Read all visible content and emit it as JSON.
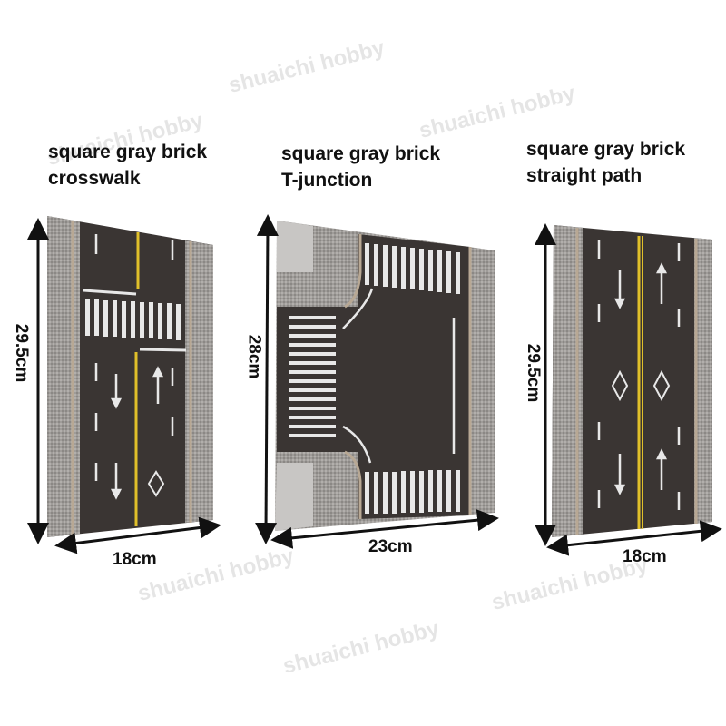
{
  "watermark": "shuaichi hobby",
  "colors": {
    "asphalt": "#3a3533",
    "sidewalk": "#9a9794",
    "curb": "#b8a894",
    "marking": "#e8e8e8",
    "centerline": "#e0c02a"
  },
  "panels": [
    {
      "title_line1": "square gray brick",
      "title_line2": "crosswalk",
      "height_label": "29.5cm",
      "width_label": "18cm"
    },
    {
      "title_line1": "square gray brick",
      "title_line2": "T-junction",
      "height_label": "28cm",
      "width_label": "23cm"
    },
    {
      "title_line1": "square gray brick",
      "title_line2": "straight path",
      "height_label": "29.5cm",
      "width_label": "18cm"
    }
  ]
}
